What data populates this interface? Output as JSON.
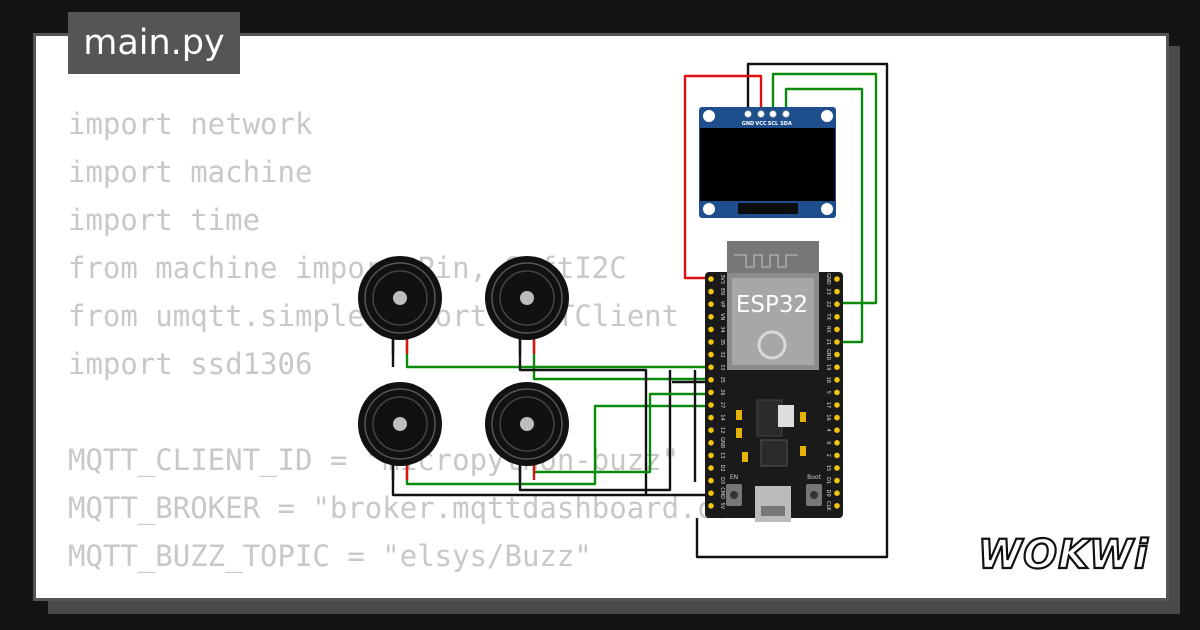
{
  "file_tab": {
    "label": "main.py"
  },
  "code_lines": [
    "import network",
    "import machine",
    "import time",
    "from machine import Pin, SoftI2C",
    "from umqtt.simple import MQTTClient",
    "import ssd1306",
    "",
    "MQTT_CLIENT_ID = \"micropython-buzz\"",
    "MQTT_BROKER = \"broker.mqttdashboard.com\"",
    "MQTT_BUZZ_TOPIC = \"elsys/Buzz\""
  ],
  "board": {
    "name": "ESP32",
    "left_pins": [
      "3V3",
      "EN",
      "VP",
      "VN",
      "34",
      "35",
      "32",
      "33",
      "25",
      "26",
      "27",
      "14",
      "12",
      "GND",
      "13",
      "D2",
      "D3",
      "CMD",
      "5V"
    ],
    "right_pins": [
      "GND",
      "23",
      "22",
      "TX",
      "RX",
      "21",
      "GND",
      "19",
      "18",
      "5",
      "17",
      "16",
      "4",
      "0",
      "2",
      "15",
      "D1",
      "D0",
      "CLK"
    ],
    "buttons": [
      "EN",
      "Boot"
    ]
  },
  "oled": {
    "pins": [
      "GND",
      "VCC",
      "SCL",
      "SDA"
    ]
  },
  "buzzers": [
    {
      "id": "buzzer-1"
    },
    {
      "id": "buzzer-2"
    },
    {
      "id": "buzzer-3"
    },
    {
      "id": "buzzer-4"
    }
  ],
  "brand": "WOKWi",
  "colors": {
    "code_text": "#c8c8c8",
    "tab_bg": "#555555",
    "board": "#1a1a1a",
    "oled_pcb": "#1e4f8c",
    "wire_green": "#0a8a0a",
    "wire_red": "#dd1111",
    "wire_black": "#111111"
  }
}
